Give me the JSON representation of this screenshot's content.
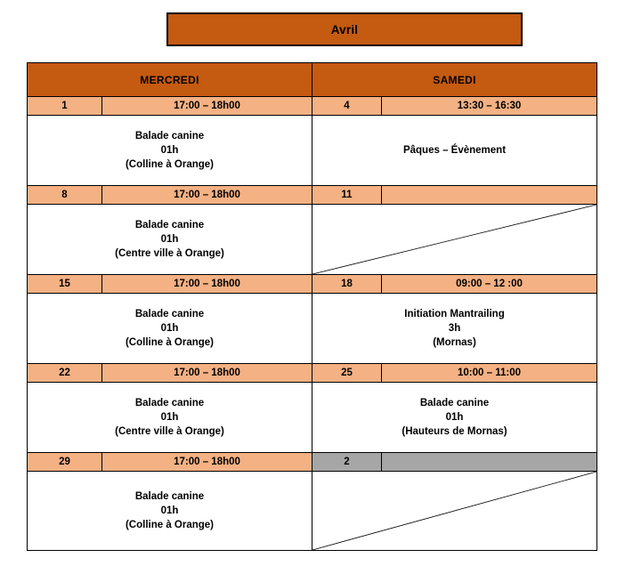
{
  "banner": {
    "month_label": "Avril",
    "bg_color": "#C55A11"
  },
  "palette": {
    "header_orange": "#C55A11",
    "light_orange": "#F4B183",
    "grey": "#A6A6A6",
    "border": "#000000",
    "cell_white": "#FFFFFF"
  },
  "columns": [
    {
      "key": "mercredi",
      "label": "MERCREDI"
    },
    {
      "key": "samedi",
      "label": "SAMEDI"
    }
  ],
  "weeks": [
    {
      "mercredi": {
        "date": "1",
        "time": "17:00 – 18h00",
        "lines": [
          "Balade canine",
          "01h",
          "(Colline à Orange)"
        ],
        "date_style": "orange",
        "empty": false
      },
      "samedi": {
        "date": "4",
        "time": "13:30 – 16:30",
        "lines": [
          "Pâques – Évènement"
        ],
        "date_style": "orange",
        "empty": false
      }
    },
    {
      "mercredi": {
        "date": "8",
        "time": "17:00 – 18h00",
        "lines": [
          "Balade canine",
          "01h",
          "(Centre ville à Orange)"
        ],
        "date_style": "orange",
        "empty": false
      },
      "samedi": {
        "date": "11",
        "time": "",
        "lines": [],
        "date_style": "orange",
        "empty": true
      }
    },
    {
      "mercredi": {
        "date": "15",
        "time": "17:00 – 18h00",
        "lines": [
          "Balade canine",
          "01h",
          "(Colline à Orange)"
        ],
        "date_style": "orange",
        "empty": false
      },
      "samedi": {
        "date": "18",
        "time": "09:00 – 12 :00",
        "lines": [
          "Initiation Mantrailing",
          "3h",
          "(Mornas)"
        ],
        "date_style": "orange",
        "empty": false
      }
    },
    {
      "mercredi": {
        "date": "22",
        "time": "17:00 – 18h00",
        "lines": [
          "Balade canine",
          "01h",
          "(Centre ville à Orange)"
        ],
        "date_style": "orange",
        "empty": false
      },
      "samedi": {
        "date": "25",
        "time": "10:00 – 11:00",
        "lines": [
          "Balade canine",
          "01h",
          "(Hauteurs de Mornas)"
        ],
        "date_style": "orange",
        "empty": false
      }
    },
    {
      "mercredi": {
        "date": "29",
        "time": "17:00 – 18h00",
        "lines": [
          "Balade canine",
          "01h",
          "(Colline à Orange)"
        ],
        "date_style": "orange",
        "empty": false
      },
      "samedi": {
        "date": "2",
        "time": "",
        "lines": [],
        "date_style": "grey",
        "empty": true
      }
    }
  ]
}
